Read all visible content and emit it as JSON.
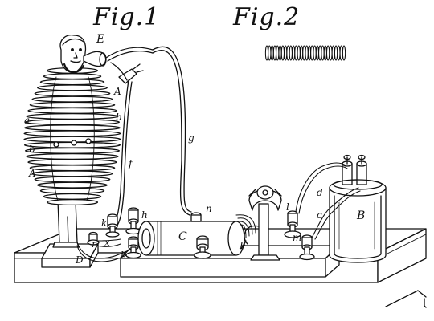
{
  "figures": {
    "fig1_title": "Fig.1",
    "fig2_title": "Fig.2"
  },
  "labels": {
    "E": "E",
    "a": "a",
    "b_left": "b",
    "b_right": "b",
    "A_upper": "A",
    "A_lower": "A",
    "f": "f",
    "g": "g",
    "d": "d",
    "c": "c",
    "B": "B",
    "C": "C",
    "n": "n",
    "h_top": "h",
    "k": "k",
    "x": "x",
    "h_bottom": "h",
    "r": "r",
    "D": "D",
    "F": "F",
    "l": "l",
    "m": "m"
  },
  "colors": {
    "ink": "#111111",
    "paper": "#ffffff"
  }
}
